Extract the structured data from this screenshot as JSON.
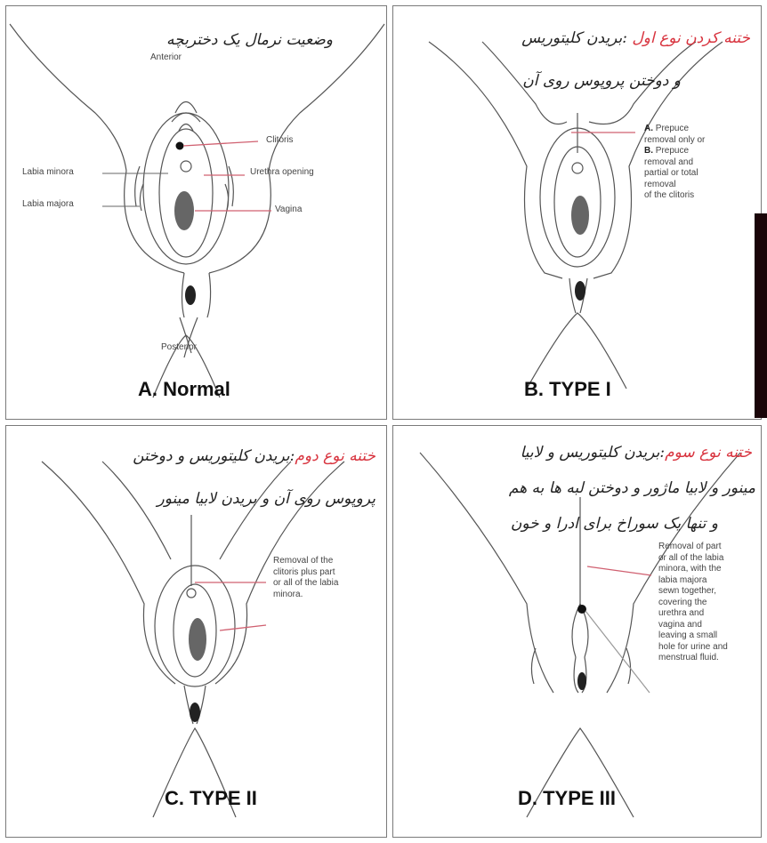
{
  "panels": {
    "a": {
      "fa_title": "وضعیت نرمال یک دختربچه",
      "caption": "A. Normal",
      "labels": {
        "anterior": "Anterior",
        "posterior": "Posterior",
        "clitoris": "Clitoris",
        "labia_minora": "Labia minora",
        "urethra": "Urethra  opening",
        "labia_majora": "Labia majora",
        "vagina": "Vagina"
      }
    },
    "b": {
      "fa_red": "ختنه کردن نوع اول",
      "fa_line1": " :بریدن کلیتوریس",
      "fa_line2": "و دوختن پروپوس روی آن",
      "caption": "B. TYPE I",
      "desc_a": "A.",
      "desc_a_text": " Prepuce",
      "desc_line2": "removal only or",
      "desc_b": "B.",
      "desc_b_text": " Prepuce",
      "desc_rest": "removal and\npartial or total\nremoval\nof the clitoris"
    },
    "c": {
      "fa_red": "ختنه نوع دوم",
      "fa_line1": ":بریدن کلیتوریس و دوختن",
      "fa_line2": "پروپوس روی آن و بریدن لابیا مینور",
      "caption": "C. TYPE II",
      "desc": "Removal of the\nclitoris plus part\nor all of the labia\nminora."
    },
    "d": {
      "fa_red": "ختنه نوع سوم",
      "fa_line1": ":بریدن کلیتوریس و لابیا",
      "fa_line2": "مینور و لابیا ماژور و دوختن لبه ها به هم",
      "fa_line3": "و تنها یک سوراخ برای ادرا و خون",
      "caption": "D. TYPE III",
      "desc": "Removal of part\nor all of the labia\nminora, with the\nlabia majora\nsewn together,\ncovering the\nurethra and\nvagina and\nleaving a small\nhole for urine and\nmenstrual fluid."
    }
  },
  "colors": {
    "persian_red": "#d8343f",
    "pointer_red": "#d06070",
    "line": "#555555"
  }
}
